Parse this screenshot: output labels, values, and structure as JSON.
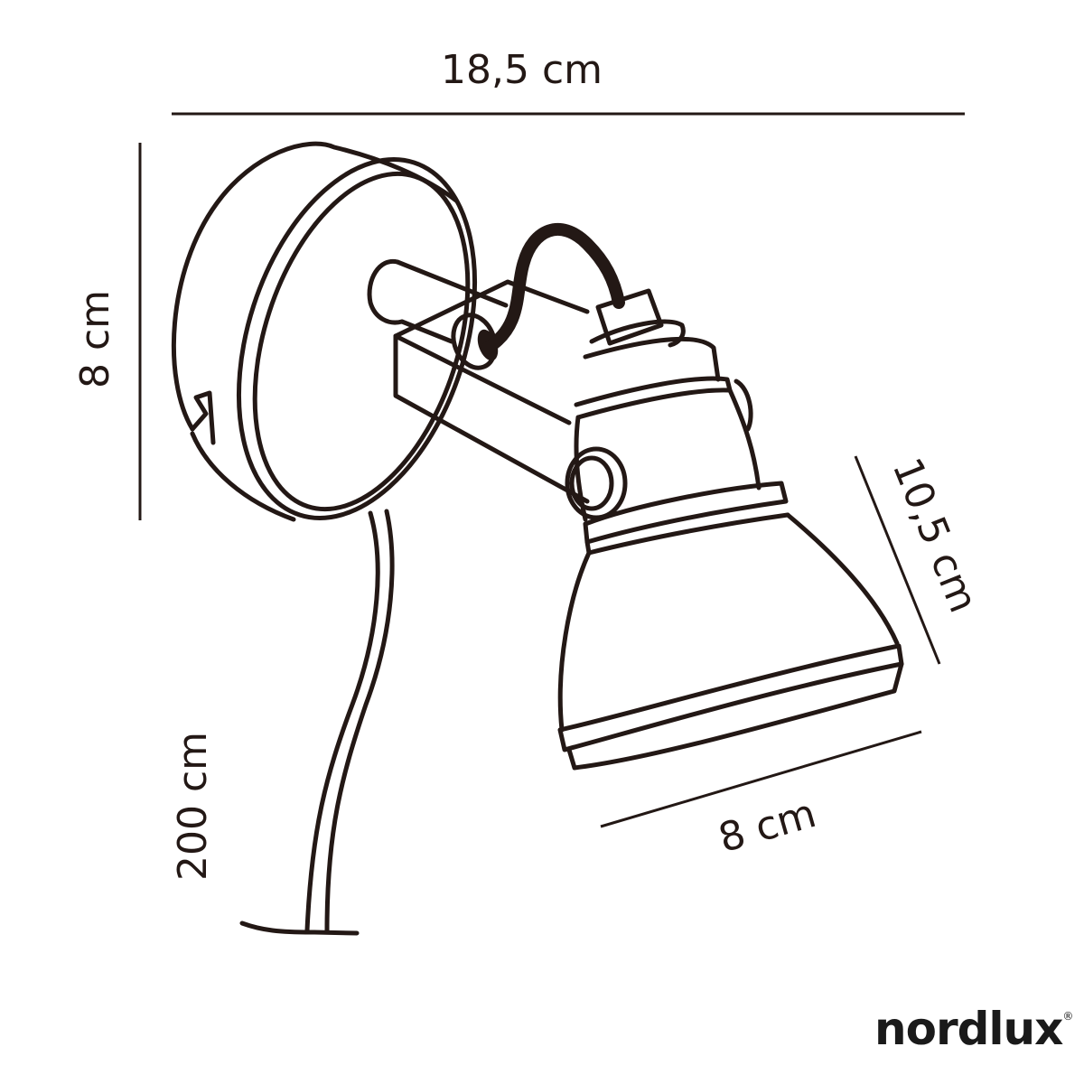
{
  "diagram": {
    "subject": "wall-spot-lamp",
    "line_color": "#231815",
    "dimensions": {
      "total_width": "18,5 cm",
      "base_height": "8 cm",
      "shade_length": "10,5 cm",
      "shade_diameter": "8 cm",
      "cable_length": "200 cm"
    }
  },
  "brand": {
    "name": "nordlux",
    "mark": "®"
  }
}
